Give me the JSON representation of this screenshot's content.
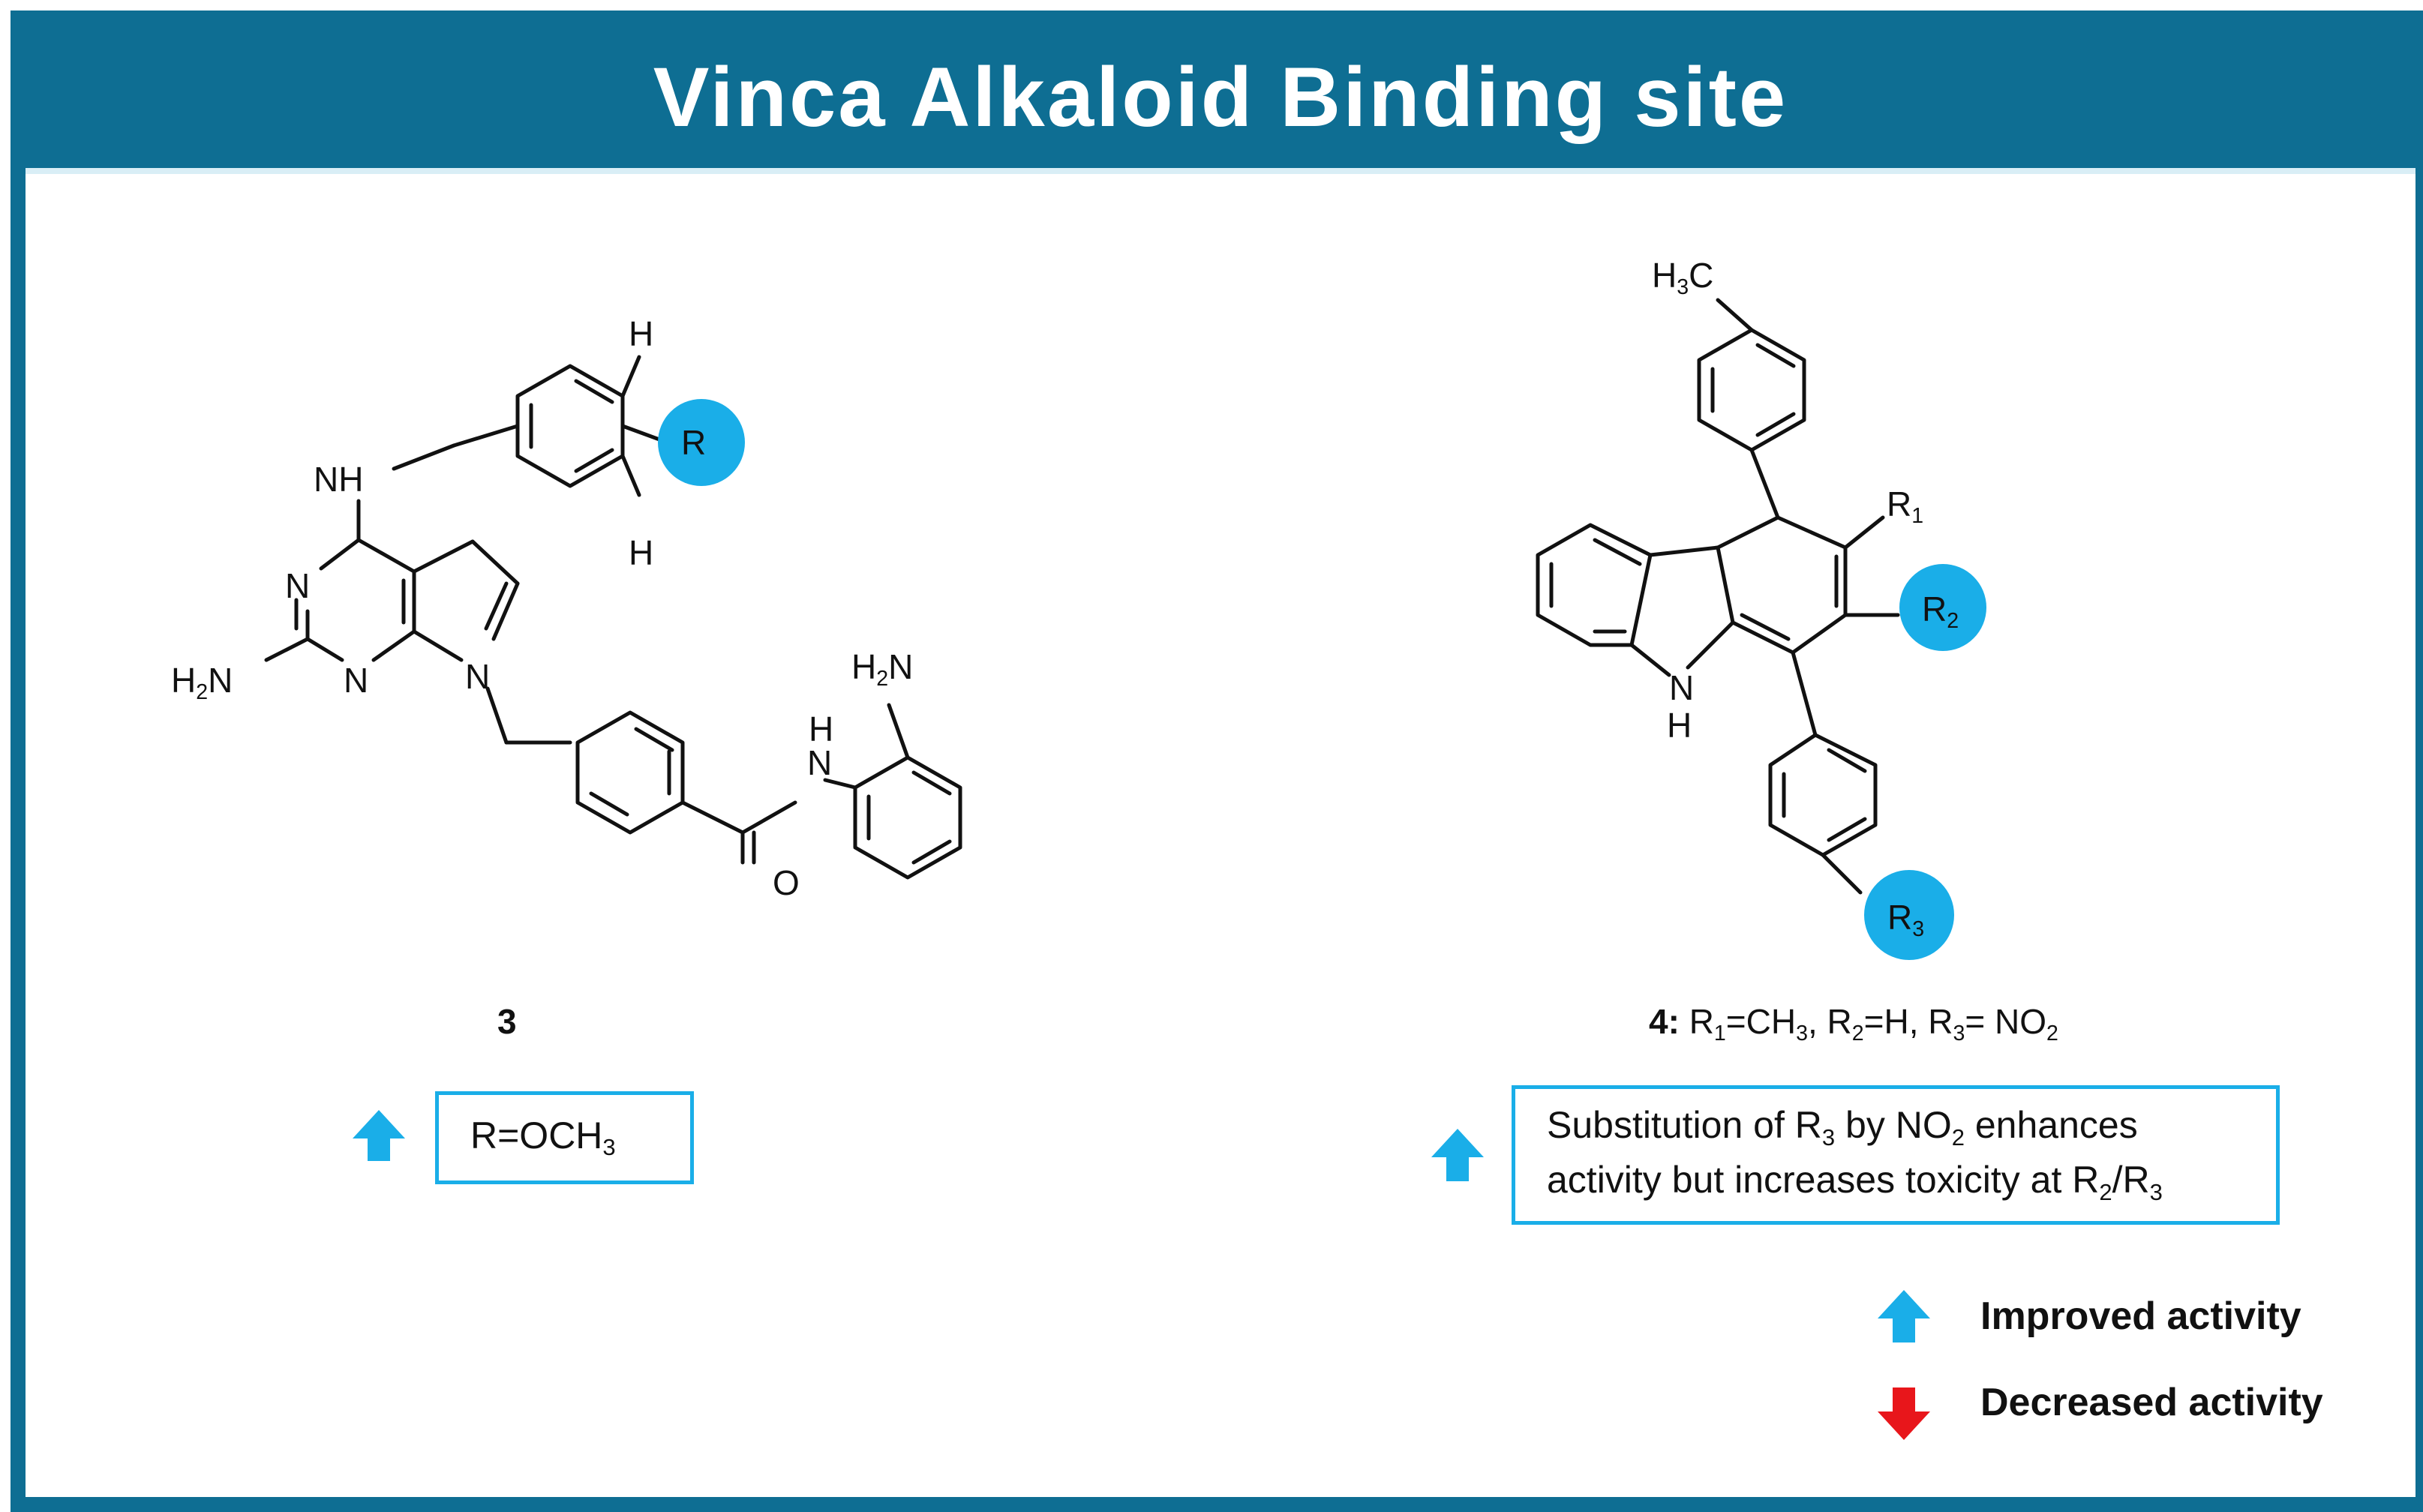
{
  "title": "Vinca Alkaloid Binding site",
  "colors": {
    "frame": "#0e6e93",
    "highlight": "#1aaee8",
    "improved": "#1aaee8",
    "decreased": "#e8161b"
  },
  "compound3": {
    "label": "3",
    "atoms": {
      "H_top": "H",
      "H_bottom": "H",
      "R": "R",
      "NH": "NH",
      "N_a": "N",
      "N_b": "N",
      "H2N_left": "H",
      "N_ring": "N",
      "H2N_top": "H",
      "NH_amide_H": "H",
      "NH_amide_N": "N",
      "O": "O"
    },
    "box": {
      "prefix": "R=OCH",
      "sub": "3"
    },
    "arrow": "improved-activity"
  },
  "compound4": {
    "label": "4:",
    "substituents": {
      "r1": "R",
      "r1_sub": "1",
      "r1_val": "=CH",
      "r1_val_sub": "3",
      "r2": ", R",
      "r2_sub": "2",
      "r2_val": "=H",
      "r3": ", R",
      "r3_sub": "3",
      "r3_val": "= NO",
      "r3_val_sub": "2"
    },
    "atoms": {
      "H3C_h": "H",
      "H3C_sub": "3",
      "H3C_c": "C",
      "R1": "R",
      "R1_sub": "1",
      "R2": "R",
      "R2_sub": "2",
      "R3": "R",
      "R3_sub": "3",
      "NH_n": "N",
      "NH_h": "H"
    },
    "box": {
      "line1_a": "Substitution  of R",
      "line1_sub1": "3",
      "line1_b": " by NO",
      "line1_sub2": "2",
      "line1_c": " enhances",
      "line2_a": "activity but increases toxicity at R",
      "line2_sub1": "2",
      "line2_b": "/R",
      "line2_sub2": "3"
    },
    "arrow": "improved-activity"
  },
  "legend": [
    {
      "label": "Improved activity",
      "direction": "up",
      "color": "#1aaee8"
    },
    {
      "label": "Decreased activity",
      "direction": "down",
      "color": "#e8161b"
    }
  ]
}
